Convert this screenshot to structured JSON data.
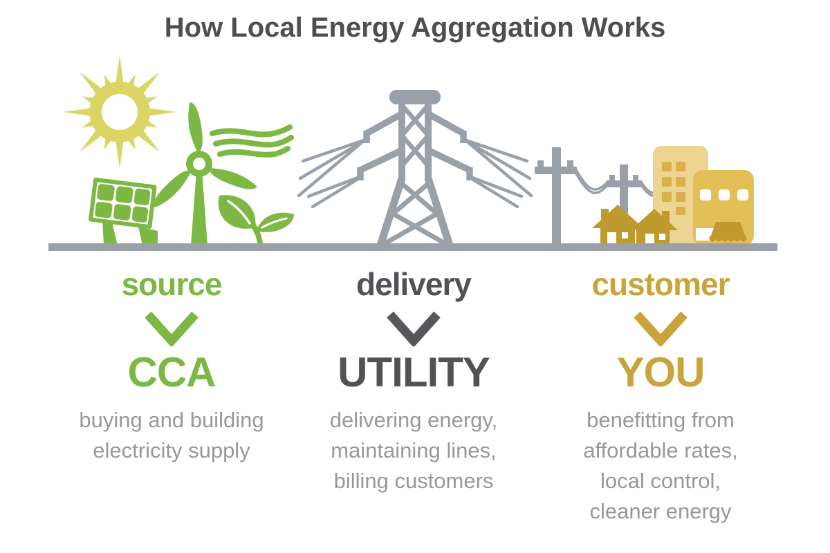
{
  "title": "How Local Energy Aggregation Works",
  "colors": {
    "green": "#7cb843",
    "dark_gray": "#515256",
    "gold": "#c8a43b",
    "body_text_gray": "#96989b",
    "icon_gray": "#9aa0a8",
    "sun_yellow": "#dbd565",
    "house_gold": "#bf9a2e",
    "building_light_gold": "#eed491",
    "building_mid_gold": "#e3bf58",
    "awning_gold": "#c2992c",
    "ground_gray": "#9aa0a8"
  },
  "columns": [
    {
      "id": "source",
      "label": "source",
      "entity": "CCA",
      "description": "buying and building\nelectricity supply",
      "color": "#7cb843",
      "icons": [
        "sun-icon",
        "wind-turbine-icon",
        "wind-gust-icon",
        "solar-panel-icon",
        "sprout-icon"
      ]
    },
    {
      "id": "delivery",
      "label": "delivery",
      "entity": "UTILITY",
      "description": "delivering energy,\nmaintaining lines,\nbilling customers",
      "color": "#55575b",
      "icons": [
        "transmission-tower-icon",
        "power-lines-icon"
      ]
    },
    {
      "id": "customer",
      "label": "customer",
      "entity": "YOU",
      "description": "benefitting from\naffordable rates,\nlocal control,\ncleaner energy",
      "color": "#c8a43b",
      "icons": [
        "utility-pole-icon",
        "house-icon",
        "building-tall-icon",
        "building-storefront-icon"
      ]
    }
  ]
}
